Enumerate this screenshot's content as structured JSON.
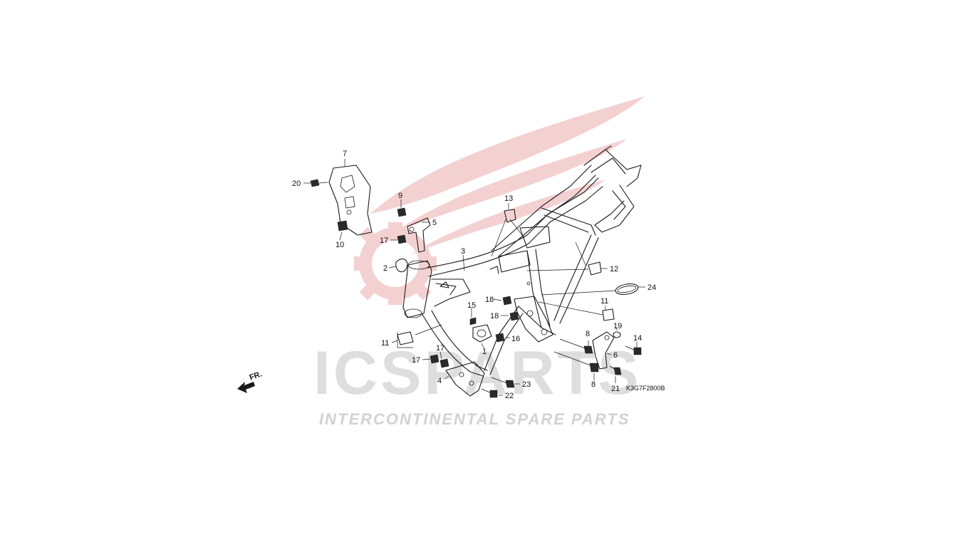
{
  "watermark": {
    "logo_text": "ICSPARTS",
    "tagline": "INTERCONTINENTAL SPARE PARTS",
    "colors": {
      "wing": "#f3c9c9",
      "logo_grey": "#d2d2d2",
      "logo_red": "#f2b8b8",
      "tagline": "#cfcfcf"
    }
  },
  "diagram": {
    "code": "K3G7F2800B",
    "direction_label": "FR.",
    "callouts": {
      "c1": "1",
      "c2": "2",
      "c3": "3",
      "c4": "4",
      "c5": "5",
      "c6": "6",
      "c7": "7",
      "c8a": "8",
      "c8b": "8",
      "c9": "9",
      "c10": "10",
      "c11a": "11",
      "c11b": "11",
      "c12": "12",
      "c13": "13",
      "c14": "14",
      "c15": "15",
      "c16": "16",
      "c17a": "17",
      "c17b": "17",
      "c17c": "17",
      "c18a": "18",
      "c18b": "18",
      "c19": "19",
      "c20": "20",
      "c21": "21",
      "c22": "22",
      "c23": "23",
      "c24": "24"
    }
  }
}
